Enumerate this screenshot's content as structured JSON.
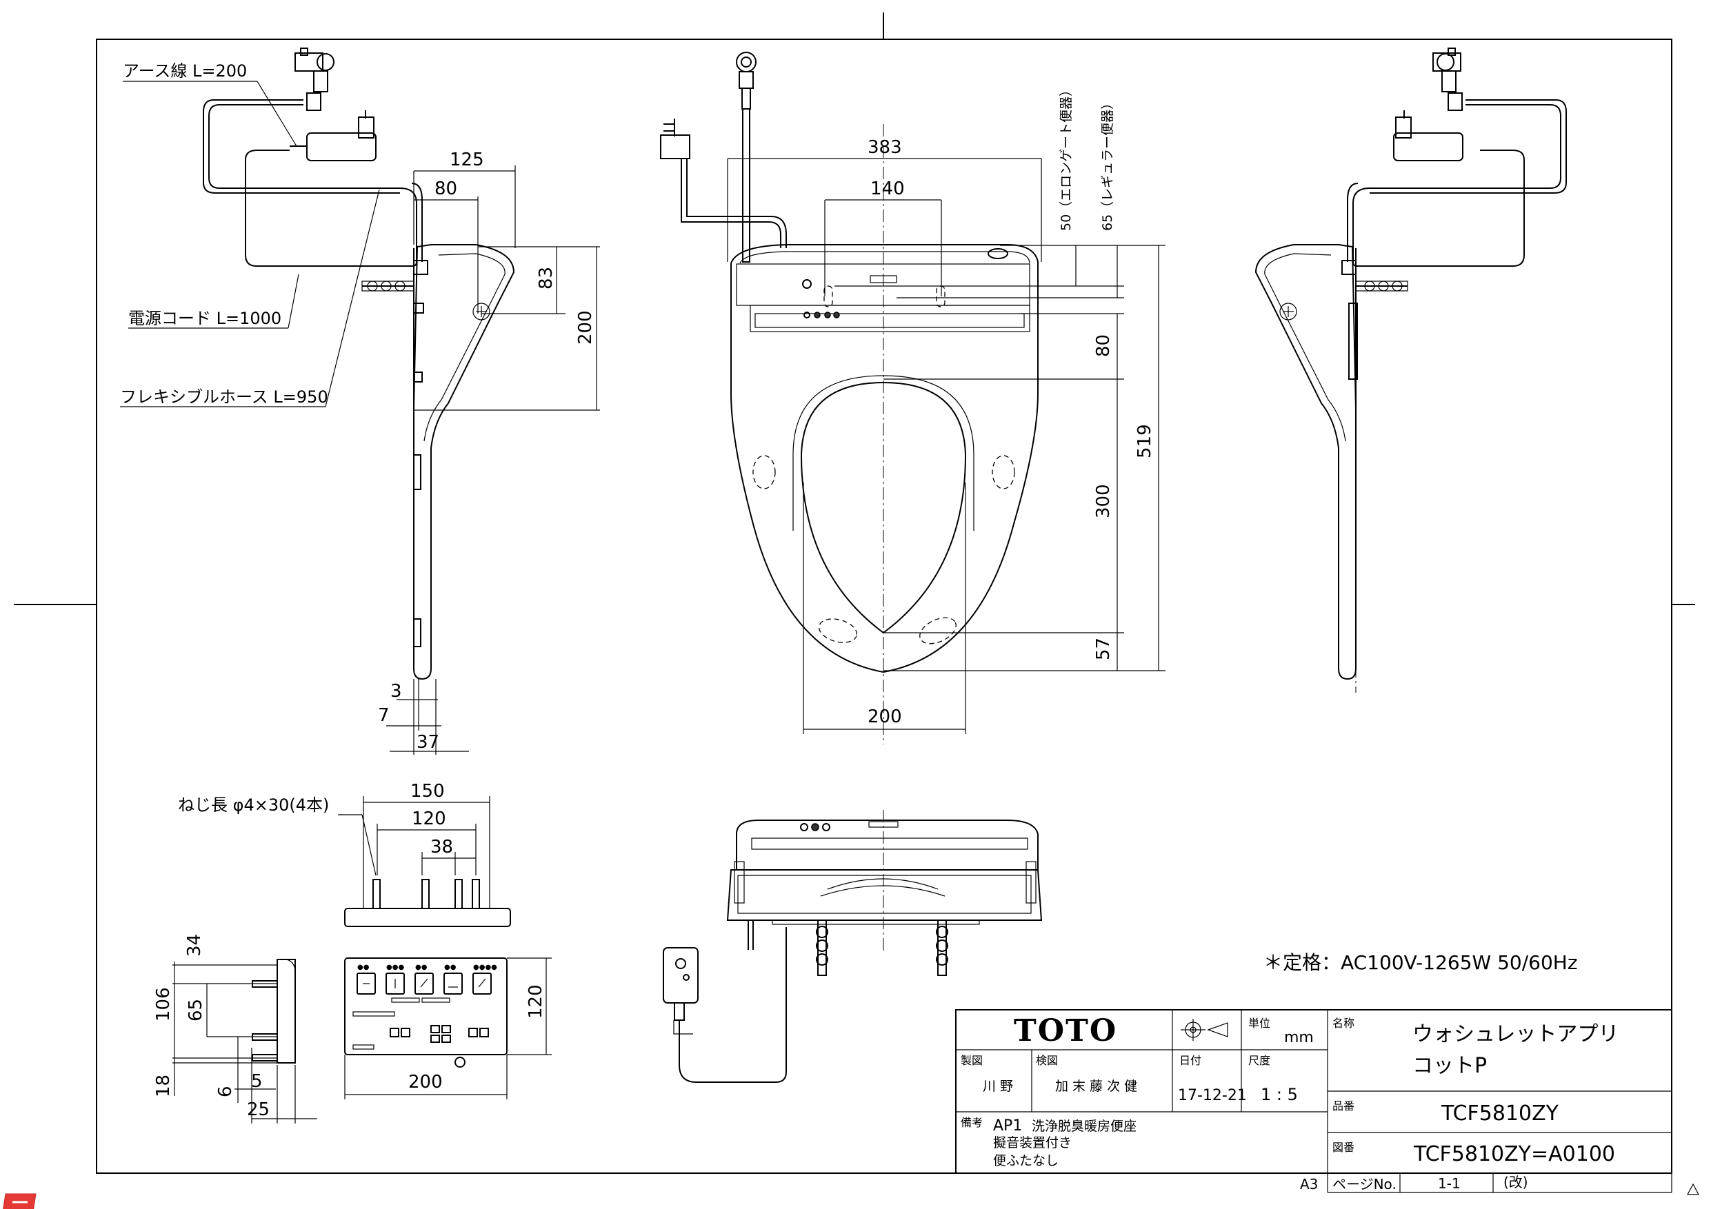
{
  "labels": {
    "earth_wire": "アース線 L=200",
    "power_cord": "電源コード L=1000",
    "flex_hose": "フレキシブルホース L=950",
    "screw": "ねじ長 φ4×30(4本)",
    "elongated": "50（エロンゲート便器）",
    "regular": "65（レギュラー便器）",
    "rating": "＊定格：AC100V-1265W 50/60Hz",
    "sheet_size": "A3"
  },
  "dimensions": {
    "side": [
      "125",
      "80",
      "83",
      "200",
      "3",
      "7",
      "37"
    ],
    "top": [
      "383",
      "140",
      "80",
      "300",
      "519",
      "57",
      "200"
    ],
    "base": [
      "150",
      "120",
      "38"
    ],
    "remote": [
      "34",
      "106",
      "65",
      "5",
      "6",
      "18",
      "25",
      "120",
      "200"
    ]
  },
  "title_block": {
    "logo": "TOTO",
    "unit_label": "単位",
    "unit": "mm",
    "scale_label": "尺度",
    "scale": "1 : 5",
    "date_label": "日付",
    "date": "17-12-21",
    "drawn_label": "製図",
    "drawn_by": "川 野",
    "checked_label": "検図",
    "checked_by": "加 末 藤 次 健",
    "name_label": "名称",
    "name_line1": "ウォシュレットアプリ",
    "name_line2": "コットP",
    "product_no_label": "品番",
    "product_no": "TCF5810ZY",
    "drawing_no_label": "図番",
    "drawing_no": "TCF5810ZY=A0100",
    "remarks_label": "備考",
    "remarks_code": "AP1",
    "remarks": [
      "洗浄脱臭暖房便座",
      "擬音装置付き",
      "便ふたなし"
    ],
    "page_label": "ページNo.",
    "page": "1-1",
    "revision": "(改)"
  }
}
